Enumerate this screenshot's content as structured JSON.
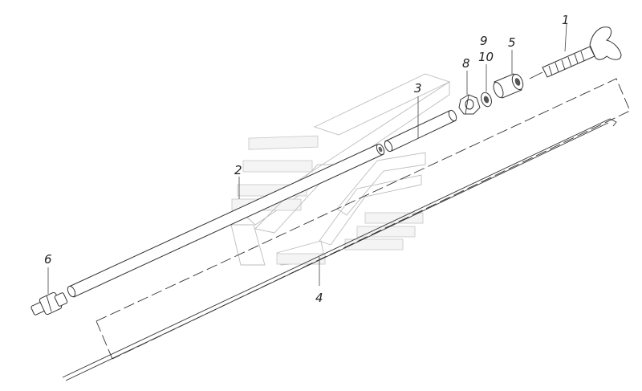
{
  "diagram": {
    "type": "exploded-parts-view",
    "callouts": [
      {
        "id": "c1",
        "label": "1"
      },
      {
        "id": "c2",
        "label": "2"
      },
      {
        "id": "c3",
        "label": "3"
      },
      {
        "id": "c4",
        "label": "4"
      },
      {
        "id": "c5",
        "label": "5"
      },
      {
        "id": "c6",
        "label": "6"
      },
      {
        "id": "c8",
        "label": "8"
      },
      {
        "id": "c9",
        "label": "9"
      },
      {
        "id": "c10",
        "label": "10"
      }
    ]
  },
  "watermark": {
    "kind": "logo",
    "color": "#c8c8c8"
  }
}
